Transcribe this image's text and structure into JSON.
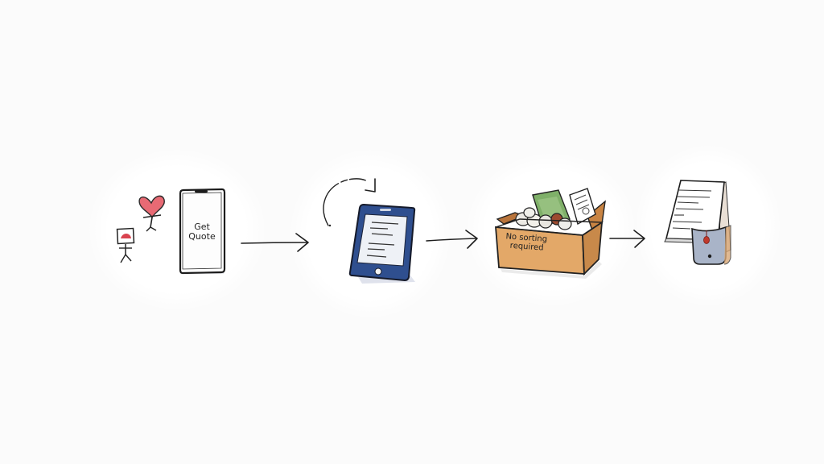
{
  "diagram": {
    "type": "process-flow",
    "background_color": "#fbfbfb",
    "steps": [
      {
        "id": "step-1",
        "description": "Person with heart-head figure and framed stick figure next to a smartphone",
        "phone_text_line1": "Get",
        "phone_text_line2": "Quote",
        "icons": [
          "heart-figure-icon",
          "framed-stick-figure-icon",
          "smartphone-icon"
        ],
        "accent_color": "#e05a66"
      },
      {
        "id": "step-2",
        "description": "Blue tablet showing a document with a curved arrow above it",
        "icons": [
          "curved-arrow-icon",
          "tablet-document-icon"
        ],
        "accent_color": "#2f4f8f"
      },
      {
        "id": "step-3",
        "description": "Open cardboard box filled with assorted items",
        "box_text_line1": "No sorting",
        "box_text_line2": "required",
        "icons": [
          "cardboard-box-icon"
        ],
        "accent_color": "#e0a867"
      },
      {
        "id": "step-4",
        "description": "Stack of papers with a gray pouch/envelope holder and red seal",
        "icons": [
          "document-pouch-icon"
        ],
        "accent_color": "#a9b4c8"
      }
    ],
    "connectors": [
      {
        "from": "step-1",
        "to": "step-2",
        "icon": "arrow-right-icon"
      },
      {
        "from": "step-2",
        "to": "step-3",
        "icon": "arrow-right-icon"
      },
      {
        "from": "step-3",
        "to": "step-4",
        "icon": "arrow-right-icon"
      }
    ]
  }
}
